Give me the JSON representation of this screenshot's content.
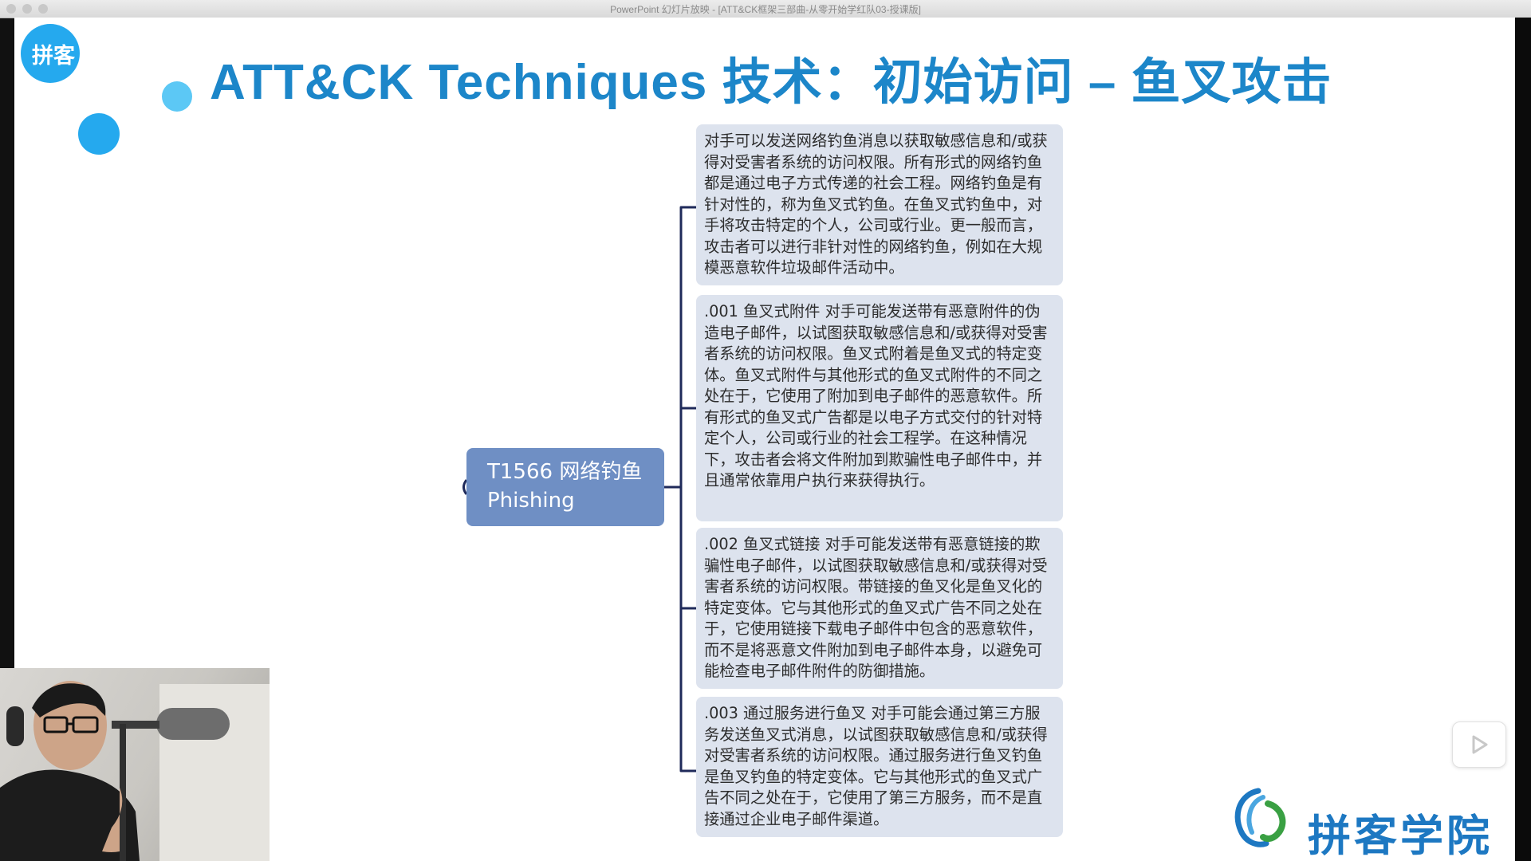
{
  "window": {
    "title": "PowerPoint 幻灯片放映 - [ATT&CK框架三部曲-从零开始学红队03-授课版]"
  },
  "slide": {
    "logo_text": "拼客",
    "title": "ATT&CK Techniques 技术：初始访问 – 鱼叉攻击",
    "center_node": {
      "line1": "T1566 网络钓鱼",
      "line2": "Phishing"
    },
    "branches": [
      {
        "text": "对手可以发送网络钓鱼消息以获取敏感信息和/或获得对受害者系统的访问权限。所有形式的网络钓鱼都是通过电子方式传递的社会工程。网络钓鱼是有针对性的，称为鱼叉式钓鱼。在鱼叉式钓鱼中，对手将攻击特定的个人，公司或行业。更一般而言，攻击者可以进行非针对性的网络钓鱼，例如在大规模恶意软件垃圾邮件活动中。"
      },
      {
        "text": ".001 鱼叉式附件 对手可能发送带有恶意附件的伪造电子邮件，以试图获取敏感信息和/或获得对受害者系统的访问权限。鱼叉式附着是鱼叉式的特定变体。鱼叉式附件与其他形式的鱼叉式附件的不同之处在于，它使用了附加到电子邮件的恶意软件。所有形式的鱼叉式广告都是以电子方式交付的针对特定个人，公司或行业的社会工程学。在这种情况下，攻击者会将文件附加到欺骗性电子邮件中，并且通常依靠用户执行来获得执行。"
      },
      {
        "text": ".002 鱼叉式链接 对手可能发送带有恶意链接的欺骗性电子邮件，以试图获取敏感信息和/或获得对受害者系统的访问权限。带链接的鱼叉化是鱼叉化的特定变体。它与其他形式的鱼叉式广告不同之处在于，它使用链接下载电子邮件中包含的恶意软件，而不是将恶意文件附加到电子邮件本身，以避免可能检查电子邮件附件的防御措施。"
      },
      {
        "text": ".003 通过服务进行鱼叉 对手可能会通过第三方服务发送鱼叉式消息，以试图获取敏感信息和/或获得对受害者系统的访问权限。通过服务进行鱼叉钓鱼是鱼叉钓鱼的特定变体。它与其他形式的鱼叉式广告不同之处在于，它使用了第三方服务，而不是直接通过企业电子邮件渠道。"
      }
    ],
    "brand_name": "拼客学院"
  },
  "colors": {
    "title": "#1c86c9",
    "center_node": "#6f8fc4",
    "leaf_bg": "#dde3ee",
    "connector": "#1f2a5a",
    "brand": "#1d78c2"
  },
  "icons": {
    "play": "play-icon",
    "brand_logo": "brand-logo-icon"
  }
}
